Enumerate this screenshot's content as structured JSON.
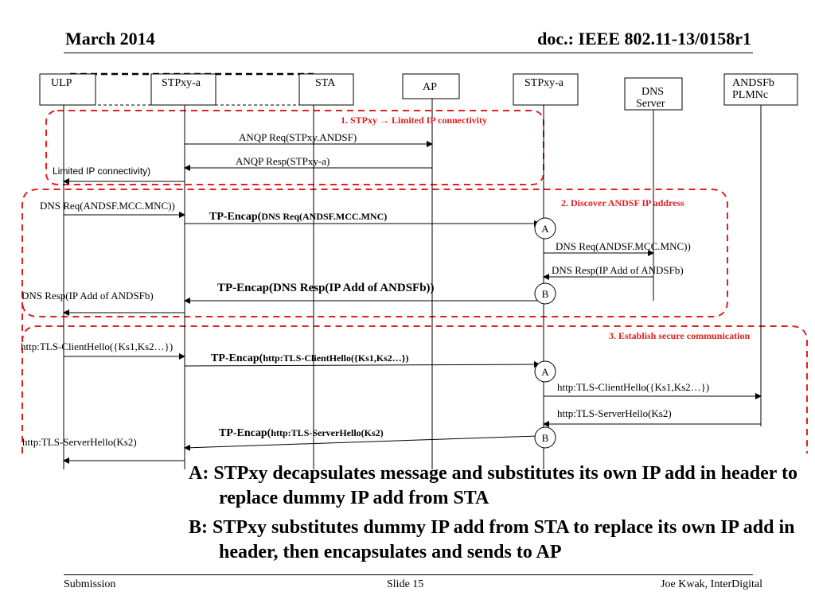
{
  "header": {
    "date": "March 2014",
    "doc": "doc.: IEEE 802.11-13/0158r1"
  },
  "footer": {
    "submission": "Submission",
    "slide": "Slide 15",
    "author": "Joe Kwak, InterDigital"
  },
  "entities": {
    "ulp": "ULP",
    "stpxy_left": "STPxy-a",
    "sta": "STA",
    "ap": "AP",
    "stpxy_right": "STPxy-a",
    "dns_line1": "DNS",
    "dns_line2": "Server",
    "andsf_line1": "ANDSFb",
    "andsf_line2": "PLMNc"
  },
  "regions": {
    "r1": "1. STPxy → Limited IP connectivity",
    "r2": "2. Discover ANDSF  IP address",
    "r3": "3. Establish secure communication"
  },
  "messages": {
    "anqp_req": "ANQP Req(STPxy.ANDSF)",
    "anqp_resp": "ANQP Resp(STPxy-a)",
    "limited_ip": "Limited IP connectivity)",
    "dns_req_ulp": "DNS Req(ANDSF.MCC.MNC))",
    "tp_encap_dns_req_a": "TP-Encap(",
    "tp_encap_dns_req_b": "DNS Req(ANDSF.MCC.MNC)",
    "dns_req_out": "DNS Req(ANDSF.MCC.MNC))",
    "dns_resp_in": "DNS Resp(IP Add of ANDSFb)",
    "tp_encap_dns_resp": "TP-Encap(DNS Resp(IP Add of ANDSFb))",
    "dns_resp_ulp": "DNS Resp(IP Add of ANDSFb)",
    "tls_client_ulp": "http:TLS-ClientHello({Ks1,Ks2…})",
    "tp_encap_client_a": "TP-Encap(",
    "tp_encap_client_b": "http:TLS-ClientHello({Ks1,Ks2…})",
    "tls_client_out": "http:TLS-ClientHello({Ks1,Ks2…})",
    "tls_server_in": "http:TLS-ServerHello(Ks2)",
    "tp_encap_server_a": "TP-Encap(",
    "tp_encap_server_b": "http:TLS-ServerHello(Ks2)",
    "tls_server_ulp": "http:TLS-ServerHello(Ks2)"
  },
  "markers": {
    "a": "A",
    "b": "B"
  },
  "notes": {
    "a": "A: STPxy decapsulates message and substitutes its own IP add in header to replace dummy IP add from STA",
    "b": "B: STPxy substitutes dummy IP add from STA to replace its own IP add in header, then encapsulates and sends to AP"
  },
  "colors": {
    "region": "#e02020",
    "line": "#000000"
  }
}
